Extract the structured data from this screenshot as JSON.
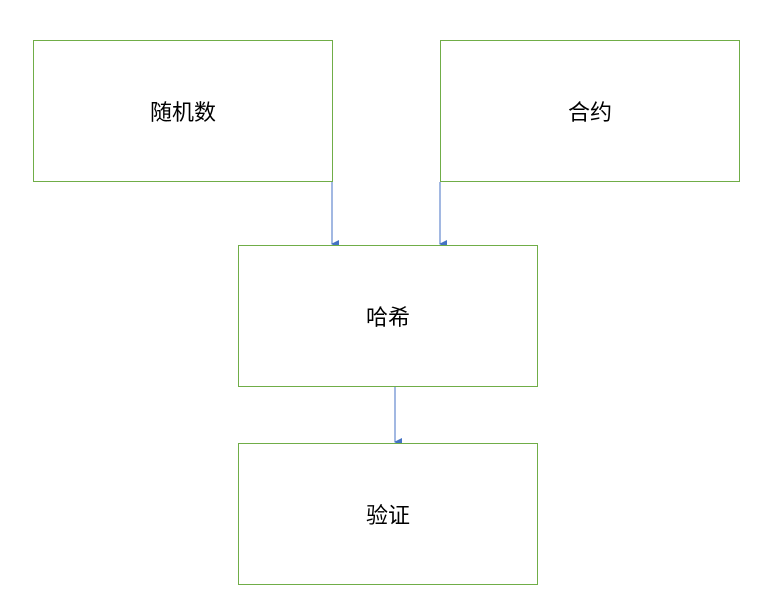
{
  "diagram": {
    "nodes": {
      "random": {
        "label": "随机数"
      },
      "contract": {
        "label": "合约"
      },
      "hash": {
        "label": "哈希"
      },
      "verify": {
        "label": "验证"
      }
    },
    "edges": [
      {
        "from": "random",
        "to": "hash"
      },
      {
        "from": "contract",
        "to": "hash"
      },
      {
        "from": "hash",
        "to": "verify"
      }
    ],
    "colors": {
      "node_border": "#70ad47",
      "arrow": "#4472c4",
      "text": "#000000",
      "background": "#ffffff"
    }
  }
}
